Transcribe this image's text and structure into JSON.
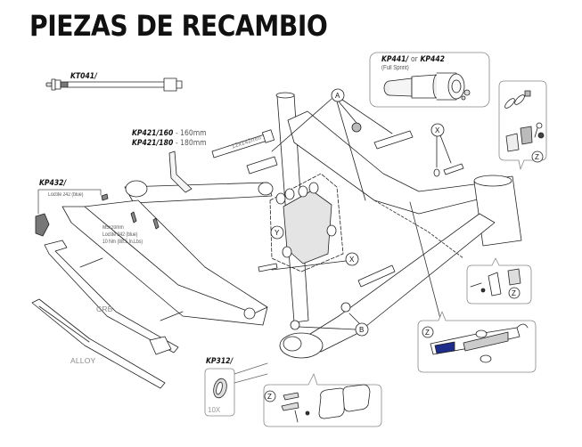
{
  "page": {
    "title": "PIEZAS DE RECAMBIO"
  },
  "parts": {
    "kt041": {
      "code": "KT041/"
    },
    "kp441": {
      "code": "KP441/",
      "or": "or",
      "alt_code": "KP442",
      "note": "(Full Sprint)"
    },
    "kp421_160": {
      "code": "KP421/160",
      "size": "- 160mm"
    },
    "kp421_180": {
      "code": "KP421/180",
      "size": "- 180mm"
    },
    "kp432": {
      "code": "KP432/",
      "note": "Loctite 242 (blue)"
    },
    "kp312": {
      "code": "KP312/",
      "quantity": "10X"
    }
  },
  "notes": {
    "bolt_spec": [
      "M5x20mm",
      "Loctite 242 (blue)",
      "10 Nm (88.5 In.Lbs)"
    ],
    "axle_text": "12x142mm"
  },
  "material_labels": {
    "crb": "CRB",
    "alloy": "ALLOY"
  },
  "callouts": {
    "a": "A",
    "b": "B",
    "x": "X",
    "y": "Y",
    "z": "Z"
  },
  "colors": {
    "line": "#222222",
    "box_border": "#888888",
    "fill_light": "#f2f2f2",
    "fill_grey": "#d9d9d9",
    "accent_blue": "#1f2d8a"
  }
}
